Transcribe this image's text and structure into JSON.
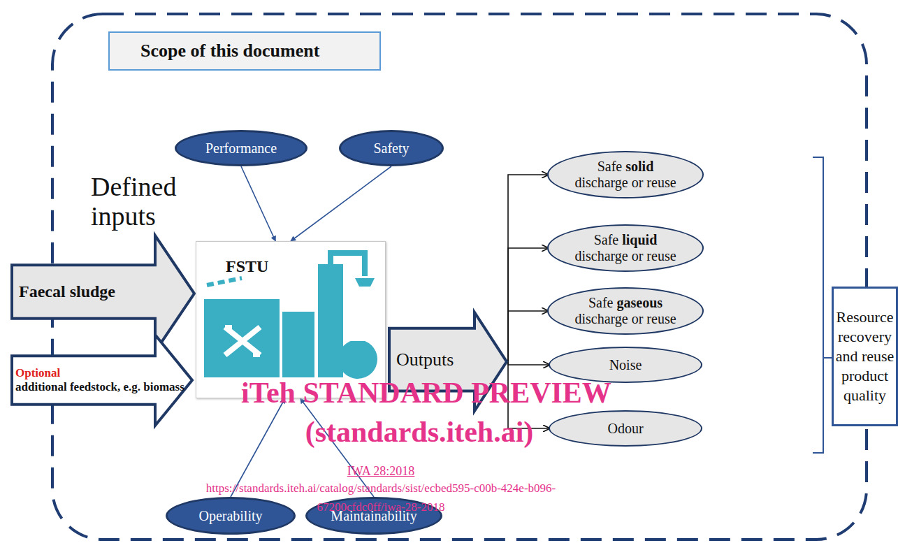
{
  "diagram": {
    "nodes": [
      {
        "text": [
          "Scope of this document"
        ]
      },
      {
        "text": [
          "Performance"
        ]
      },
      {
        "text": [
          "Safety"
        ]
      },
      {
        "text": [
          "Faecal sludge"
        ]
      },
      {
        "text": [
          "Optional",
          "additional feedstock, e.g. biomass"
        ]
      },
      {
        "text": [
          "FSTU"
        ]
      },
      {
        "text": [
          "Outputs"
        ]
      },
      {
        "text": [
          "Safe",
          "solid",
          "discharge or reuse"
        ]
      },
      {
        "text": [
          "Safe",
          "liquid",
          "discharge or reuse"
        ]
      },
      {
        "text": [
          "Safe",
          "gaseous",
          "discharge or reuse"
        ]
      },
      {
        "text": [
          "Noise"
        ]
      },
      {
        "text": [
          "Odour"
        ]
      },
      {
        "text": [
          "Operability"
        ]
      },
      {
        "text": [
          "Maintainability"
        ]
      },
      {
        "text": [
          "Resource recovery and reuse product quality"
        ]
      }
    ],
    "edges": [
      {
        "from": 1,
        "to": 5,
        "arrow": "to"
      },
      {
        "from": 2,
        "to": 5,
        "arrow": "to"
      },
      {
        "from": 6,
        "to": 7,
        "arrow": "to"
      },
      {
        "from": 6,
        "to": 8,
        "arrow": "to"
      },
      {
        "from": 6,
        "to": 9,
        "arrow": "to"
      },
      {
        "from": 6,
        "to": 10,
        "arrow": "to"
      },
      {
        "from": 6,
        "to": 11,
        "arrow": "to"
      },
      {
        "from": 12,
        "to": 5,
        "arrow": "to"
      },
      {
        "from": 13,
        "to": 5,
        "arrow": "to"
      }
    ],
    "labels": [
      "Defined inputs",
      "iTeh STANDARD PREVIEW",
      "(standards.iteh.ai)",
      "IWA 28:2018",
      "https://standards.iteh.ai/catalog/standards/sist/ecbed595-c00b-424e-b096-",
      "67200cfdc0ff/iwa-28-2018"
    ]
  }
}
